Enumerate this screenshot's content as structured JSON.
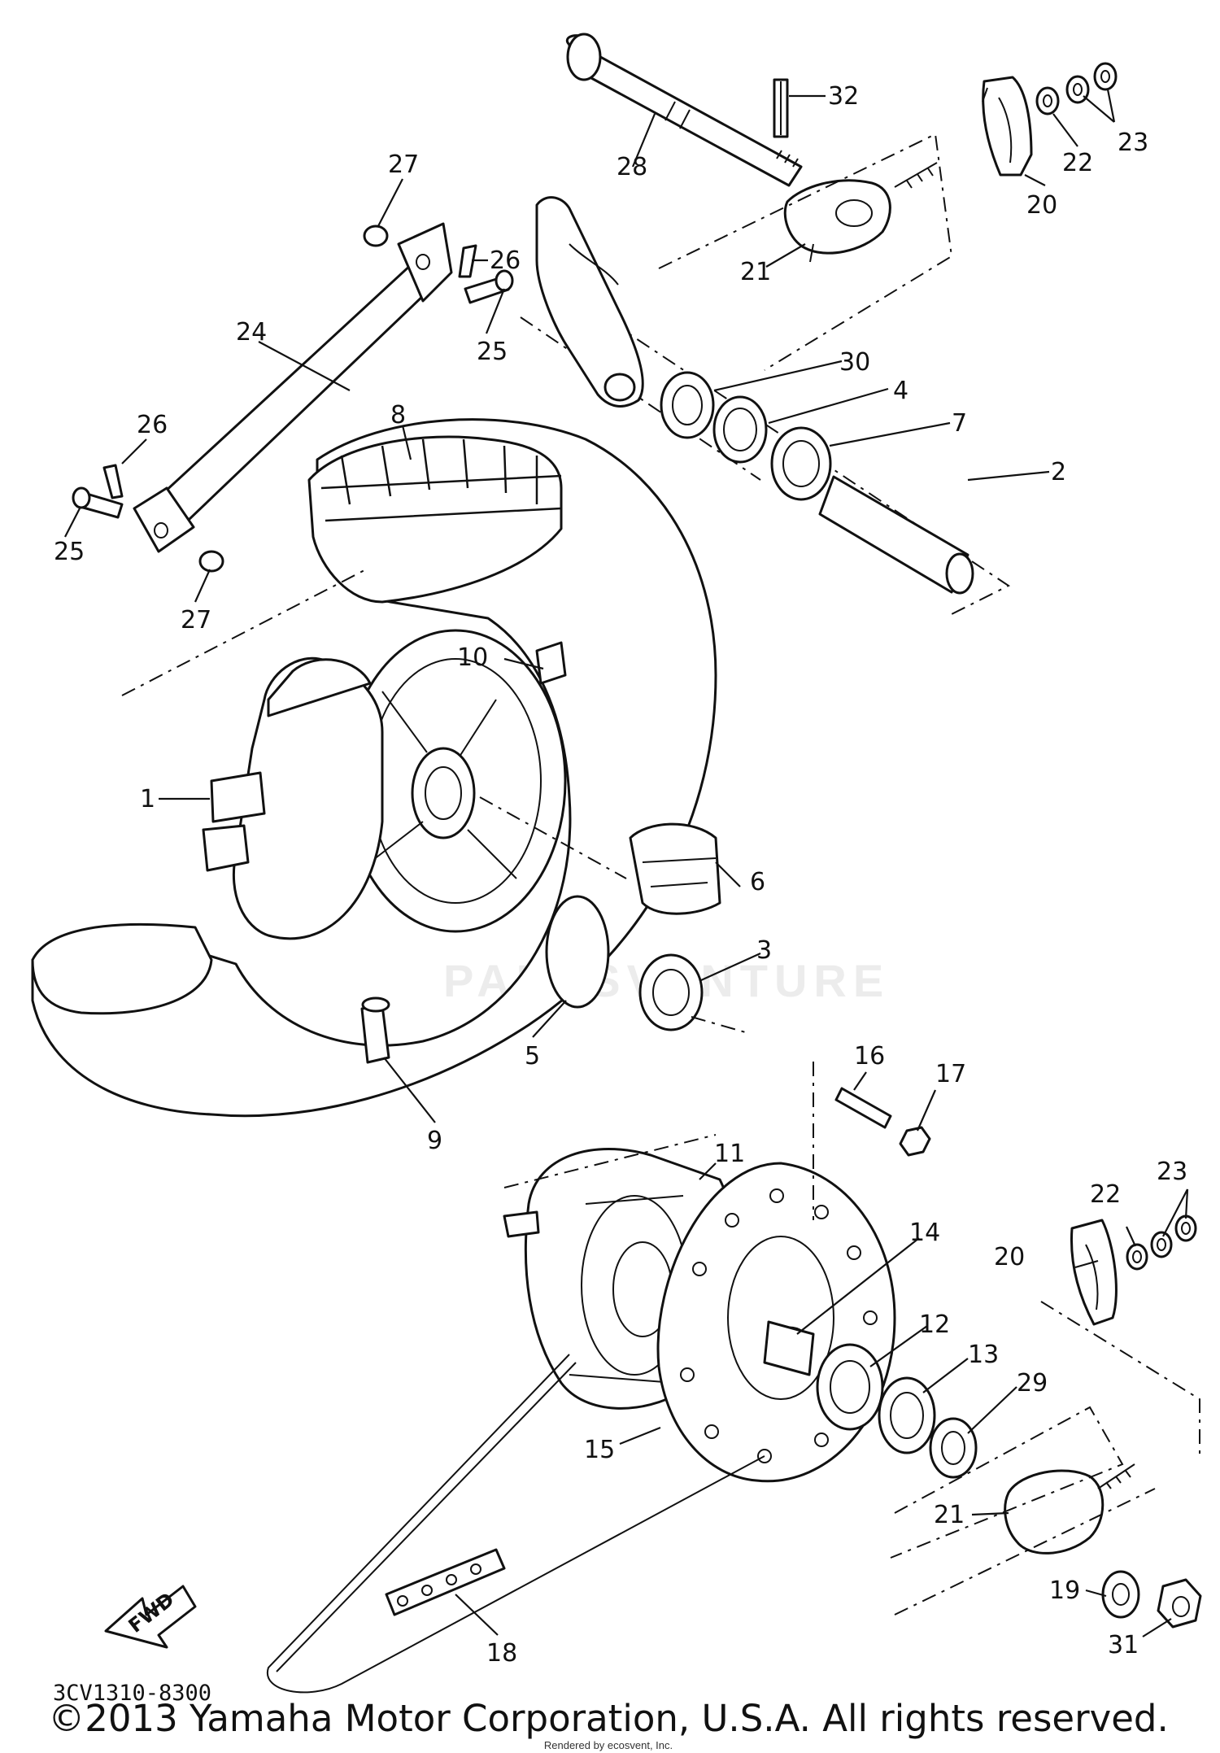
{
  "diagram": {
    "part_code": "3CV1310-8300",
    "copyright": "©2013 Yamaha Motor Corporation, U.S.A. All rights reserved.",
    "rendered_by": "Rendered by ecosvent, Inc.",
    "watermark": "PARTSVENTURE",
    "forward_arrow": "FWD",
    "callouts": {
      "c1": "1",
      "c2": "2",
      "c3": "3",
      "c4": "4",
      "c5": "5",
      "c6": "6",
      "c7": "7",
      "c8": "8",
      "c9": "9",
      "c10": "10",
      "c11": "11",
      "c12": "12",
      "c13": "13",
      "c14": "14",
      "c15": "15",
      "c16": "16",
      "c17": "17",
      "c18": "18",
      "c19": "19",
      "c20a": "20",
      "c20b": "20",
      "c21a": "21",
      "c21b": "21",
      "c22a": "22",
      "c22b": "22",
      "c23a": "23",
      "c23b": "23",
      "c24": "24",
      "c25a": "25",
      "c25b": "25",
      "c26a": "26",
      "c26b": "26",
      "c27a": "27",
      "c27b": "27",
      "c28": "28",
      "c29": "29",
      "c30": "30",
      "c31": "31",
      "c32": "32"
    }
  }
}
